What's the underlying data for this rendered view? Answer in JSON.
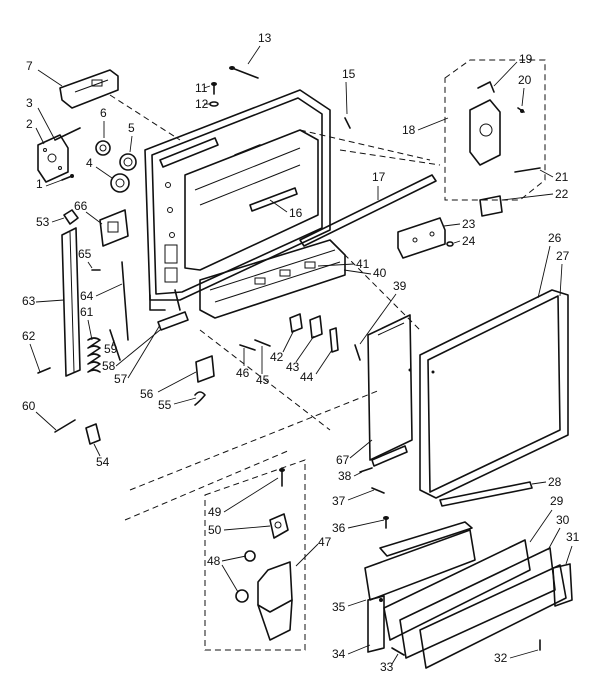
{
  "diagram": {
    "callouts": [
      "1",
      "2",
      "3",
      "4",
      "5",
      "6",
      "7",
      "11",
      "12",
      "13",
      "15",
      "16",
      "17",
      "18",
      "19",
      "20",
      "21",
      "22",
      "23",
      "24",
      "26",
      "27",
      "28",
      "29",
      "30",
      "31",
      "32",
      "33",
      "34",
      "35",
      "36",
      "37",
      "38",
      "39",
      "40",
      "41",
      "42",
      "43",
      "44",
      "45",
      "46",
      "47",
      "48",
      "49",
      "50",
      "53",
      "54",
      "55",
      "56",
      "57",
      "58",
      "59",
      "60",
      "61",
      "62",
      "63",
      "64",
      "65",
      "66",
      "67"
    ]
  }
}
